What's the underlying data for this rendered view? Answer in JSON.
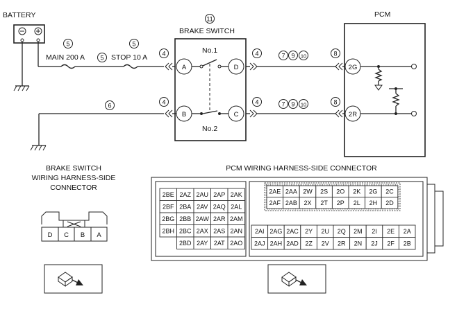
{
  "labels": {
    "battery": "BATTERY",
    "main_fuse": "MAIN 200 A",
    "stop_fuse": "STOP 10 A",
    "brake_switch": "BRAKE SWITCH",
    "pcm": "PCM",
    "switch_no1": "No.1",
    "switch_no2": "No.2",
    "bs_connector_title": [
      "BRAKE SWITCH",
      "WIRING HARNESS-SIDE",
      "CONNECTOR"
    ],
    "pcm_connector_title": "PCM WIRING HARNESS-SIDE CONNECTOR"
  },
  "circled_refs": {
    "brake_switch_ref": "11",
    "main_fuse_ref": "5",
    "stop_fuse_ref": "5",
    "between_fuses_ref": "5",
    "bs_in_top": "4",
    "bs_in_bottom": "4",
    "bs_out_top": "4",
    "bs_out_bottom": "4",
    "ground_wire_ref": "6",
    "pcm_in_top": "8",
    "pcm_in_bottom": "8",
    "mid_top": [
      "7",
      "9",
      "10"
    ],
    "mid_bottom": [
      "7",
      "9",
      "10"
    ]
  },
  "battery_terminals": {
    "neg": "⊖",
    "pos": "⊕"
  },
  "brake_switch_pins": {
    "a": "A",
    "b": "B",
    "c": "C",
    "d": "D"
  },
  "pcm_pins": {
    "top": "2G",
    "bottom": "2R"
  },
  "bs_connector_pins": [
    "D",
    "C",
    "B",
    "A"
  ],
  "pcm_connector": {
    "left_block": [
      [
        "2BE",
        "2AZ",
        "2AU",
        "2AP",
        "2AK"
      ],
      [
        "2BF",
        "2BA",
        "2AV",
        "2AQ",
        "2AL"
      ],
      [
        "2BG",
        "2BB",
        "2AW",
        "2AR",
        "2AM"
      ],
      [
        "2BH",
        "2BC",
        "2AX",
        "2AS",
        "2AN"
      ],
      [
        "",
        "2BD",
        "2AY",
        "2AT",
        "2AO"
      ]
    ],
    "right_top_block": [
      [
        "2AE",
        "2AA",
        "2W",
        "2S",
        "2O",
        "2K",
        "2G",
        "2C"
      ],
      [
        "2AF",
        "2AB",
        "2X",
        "2T",
        "2P",
        "2L",
        "2H",
        "2D"
      ]
    ],
    "right_bottom_block": [
      [
        "2AI",
        "2AG",
        "2AC",
        "2Y",
        "2U",
        "2Q",
        "2M",
        "2I",
        "2E",
        "2A"
      ],
      [
        "2AJ",
        "2AH",
        "2AD",
        "2Z",
        "2V",
        "2R",
        "2N",
        "2J",
        "2F",
        "2B"
      ]
    ]
  }
}
